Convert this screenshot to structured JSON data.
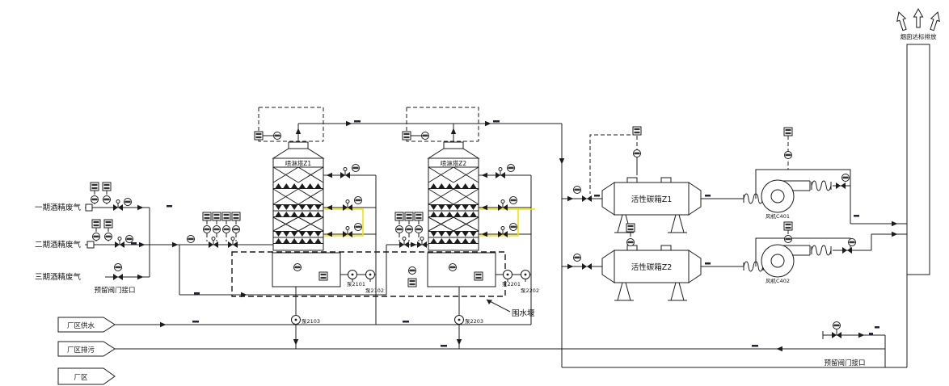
{
  "inlets": [
    {
      "label": "一期酒精废气"
    },
    {
      "label": "二期酒精废气"
    },
    {
      "label": "三期酒精废气"
    }
  ],
  "reserved_left": {
    "label": "预留阀门接口"
  },
  "utility_banners": [
    {
      "label": "厂区供水"
    },
    {
      "label": "厂区排污"
    },
    {
      "label": "厂区"
    }
  ],
  "towers": [
    {
      "label": "喷淋塔Z1"
    },
    {
      "label": "喷淋塔Z2"
    }
  ],
  "weir": {
    "label": "围水堰"
  },
  "pumps": [
    {
      "tag": "泵2101"
    },
    {
      "tag": "泵2102"
    },
    {
      "tag": "泵2103"
    },
    {
      "tag": "泵2201"
    },
    {
      "tag": "泵2202"
    },
    {
      "tag": "泵2203"
    }
  ],
  "carbon_boxes": [
    {
      "label": "活性碳箱Z1"
    },
    {
      "label": "活性碳箱Z2"
    }
  ],
  "fans": [
    {
      "label": "风机C401"
    },
    {
      "label": "风机C402"
    }
  ],
  "stack": {
    "caption": "烟囱达标排放"
  },
  "reserved_right": {
    "label": "预留阀门接口"
  },
  "colors": {
    "line": "#1c1c1c",
    "highlight": "#f2e400",
    "background": "#ffffff"
  }
}
